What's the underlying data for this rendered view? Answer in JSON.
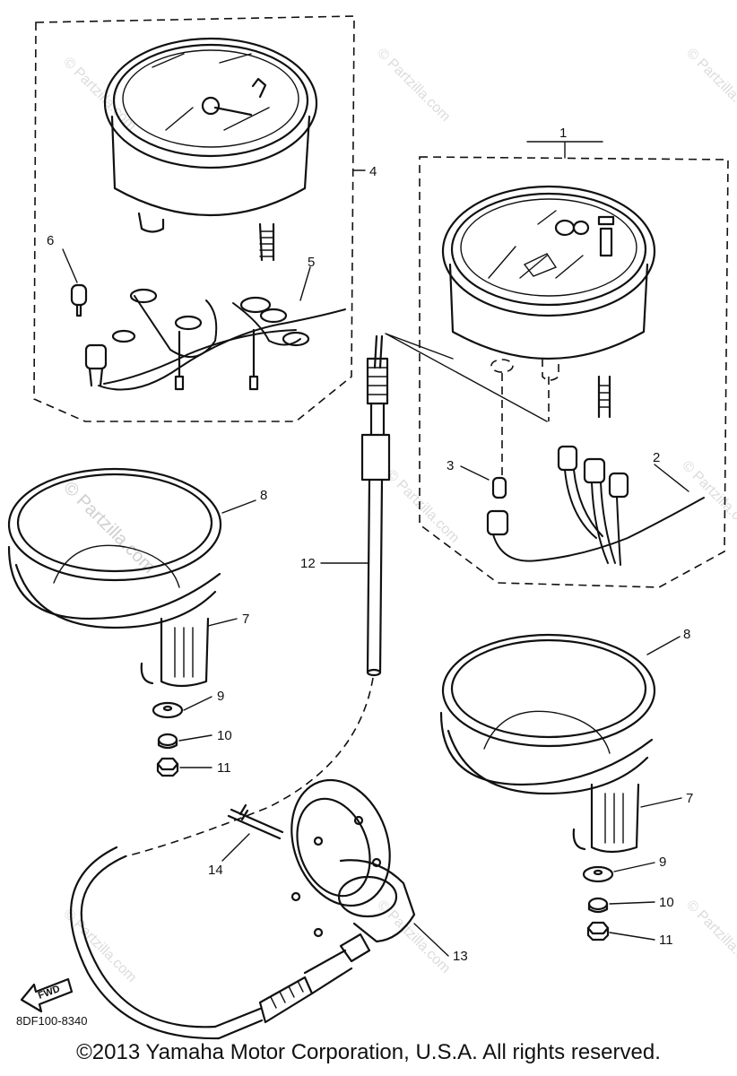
{
  "diagram": {
    "callouts": {
      "c1": "1",
      "c2": "2",
      "c3": "3",
      "c4": "4",
      "c5": "5",
      "c6": "6",
      "c7a": "7",
      "c7b": "7",
      "c8a": "8",
      "c8b": "8",
      "c9a": "9",
      "c9b": "9",
      "c10a": "10",
      "c10b": "10",
      "c11a": "11",
      "c11b": "11",
      "c12": "12",
      "c13": "13",
      "c14": "14"
    },
    "fwd_label": "FWD",
    "part_code": "8DF100-8340",
    "watermark": "© Partzilla.com"
  },
  "footer": {
    "copyright": "©2013  Yamaha Motor Corporation, U.S.A. All rights reserved."
  }
}
